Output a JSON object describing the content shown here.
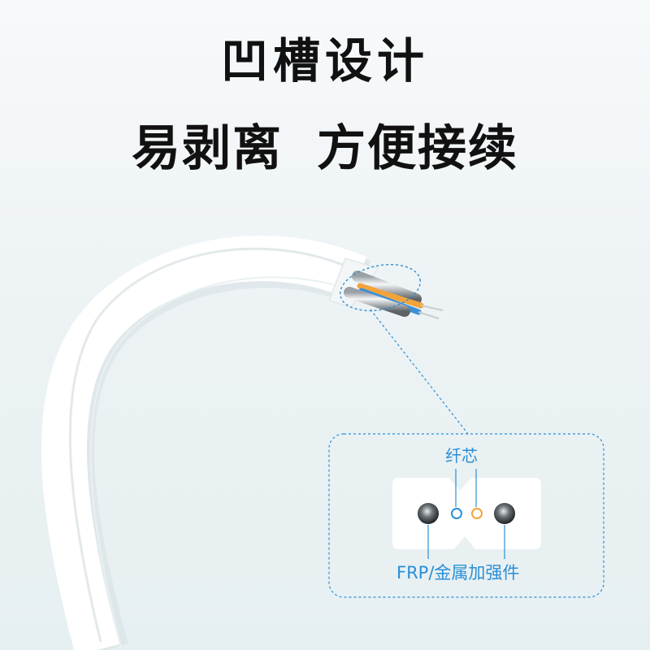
{
  "headline": {
    "line1": "凹槽设计",
    "line2_part1": "易剥离",
    "line2_part2": "方便接续"
  },
  "callout": {
    "fiber_core_label": "纤芯",
    "strength_member_label": "FRP/金属加强件"
  },
  "colors": {
    "accent": "#2a8fd6",
    "cable_white": "#ffffff",
    "fiber_orange": "#f2a33a",
    "fiber_blue": "#3b8fd8"
  }
}
